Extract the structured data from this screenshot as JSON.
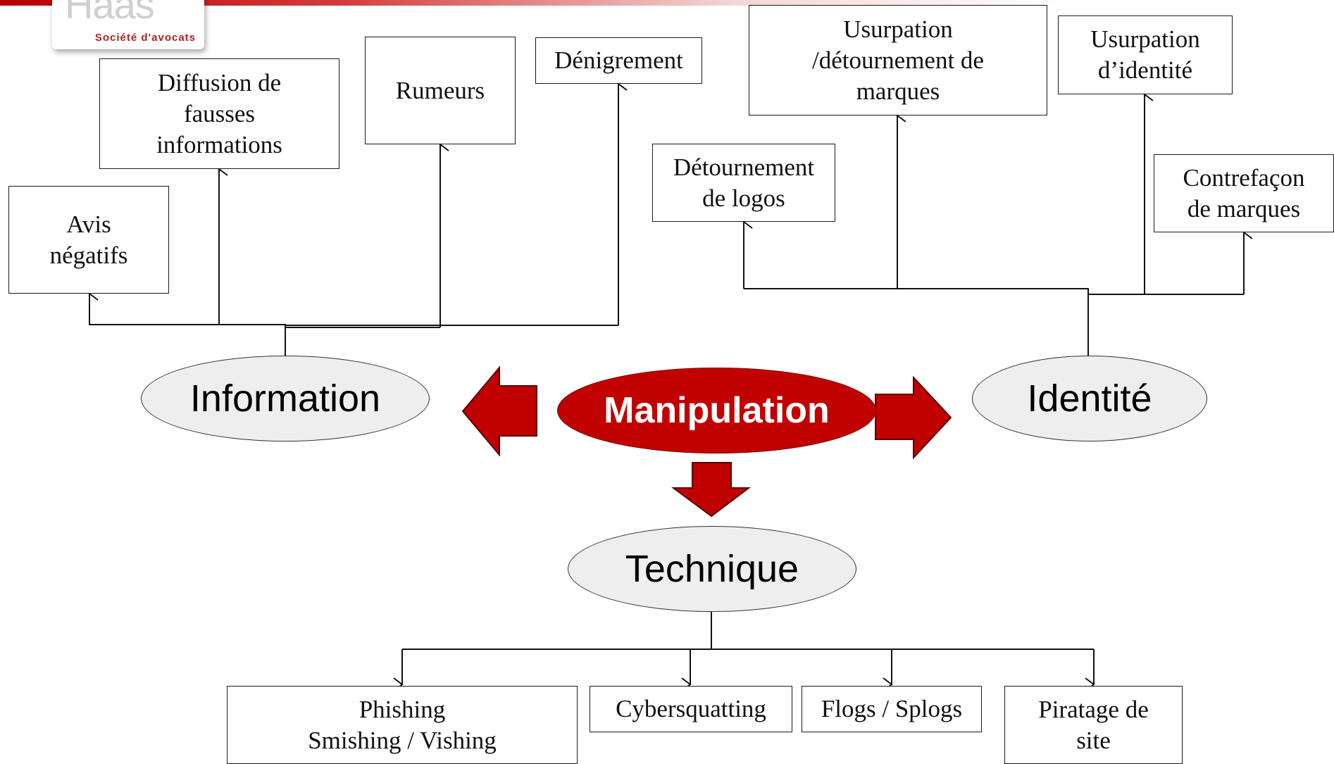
{
  "logo": {
    "wordmark": "Haas",
    "tagline": "Société d'avocats"
  },
  "center": {
    "label": "Manipulation",
    "color": "#c10000"
  },
  "branches": {
    "information": {
      "label": "Information",
      "items": [
        "Avis\nnégatifs",
        "Diffusion de\nfausses\ninformations",
        "Rumeurs",
        "Dénigrement"
      ]
    },
    "identite": {
      "label": "Identité",
      "items": [
        "Détournement\nde logos",
        "Usurpation\n/détournement de\nmarques",
        "Usurpation\nd’identité",
        "Contrefaçon\nde marques"
      ]
    },
    "technique": {
      "label": "Technique",
      "items": [
        "Phishing\nSmishing / Vishing",
        "Cybersquatting",
        "Flogs / Splogs",
        "Piratage de\nsite"
      ]
    }
  }
}
